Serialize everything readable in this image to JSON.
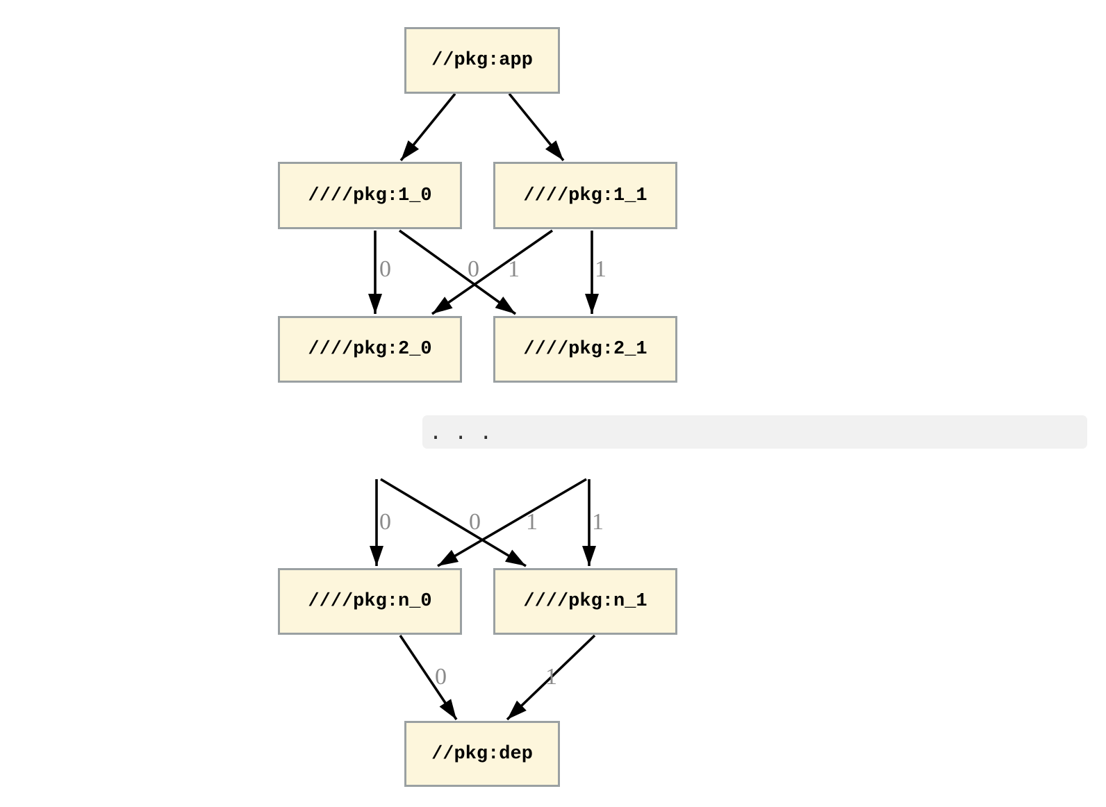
{
  "diagram": {
    "type": "dependency-graph",
    "direction": "top-down",
    "nodes": [
      {
        "id": "app",
        "label": "//pkg:app"
      },
      {
        "id": "1_0",
        "label": "////pkg:1_0"
      },
      {
        "id": "1_1",
        "label": "////pkg:1_1"
      },
      {
        "id": "2_0",
        "label": "////pkg:2_0"
      },
      {
        "id": "2_1",
        "label": "////pkg:2_1"
      },
      {
        "id": "n_0",
        "label": "////pkg:n_0"
      },
      {
        "id": "n_1",
        "label": "////pkg:n_1"
      },
      {
        "id": "dep",
        "label": "//pkg:dep"
      }
    ],
    "edges": [
      {
        "from": "app",
        "to": "1_0",
        "label": ""
      },
      {
        "from": "app",
        "to": "1_1",
        "label": ""
      },
      {
        "from": "1_0",
        "to": "2_0",
        "label": "0"
      },
      {
        "from": "1_0",
        "to": "2_1",
        "label": "1"
      },
      {
        "from": "1_1",
        "to": "2_0",
        "label": "0"
      },
      {
        "from": "1_1",
        "to": "2_1",
        "label": "1"
      },
      {
        "from": "...",
        "to": "n_0",
        "label": "0"
      },
      {
        "from": "...",
        "to": "n_1",
        "label": "1"
      },
      {
        "from": "...",
        "to": "n_0",
        "label": "0"
      },
      {
        "from": "...",
        "to": "n_1",
        "label": "1"
      },
      {
        "from": "n_0",
        "to": "dep",
        "label": "0"
      },
      {
        "from": "n_1",
        "to": "dep",
        "label": "1"
      }
    ],
    "ellipsis_text": ". . .",
    "colors": {
      "node_fill": "#fdf6dc",
      "node_border": "#9aa0a2",
      "edge": "#000000",
      "edge_label": "#8a8a8a",
      "band_bg": "#f1f1f1",
      "band_text": "#2e2e2e"
    }
  }
}
